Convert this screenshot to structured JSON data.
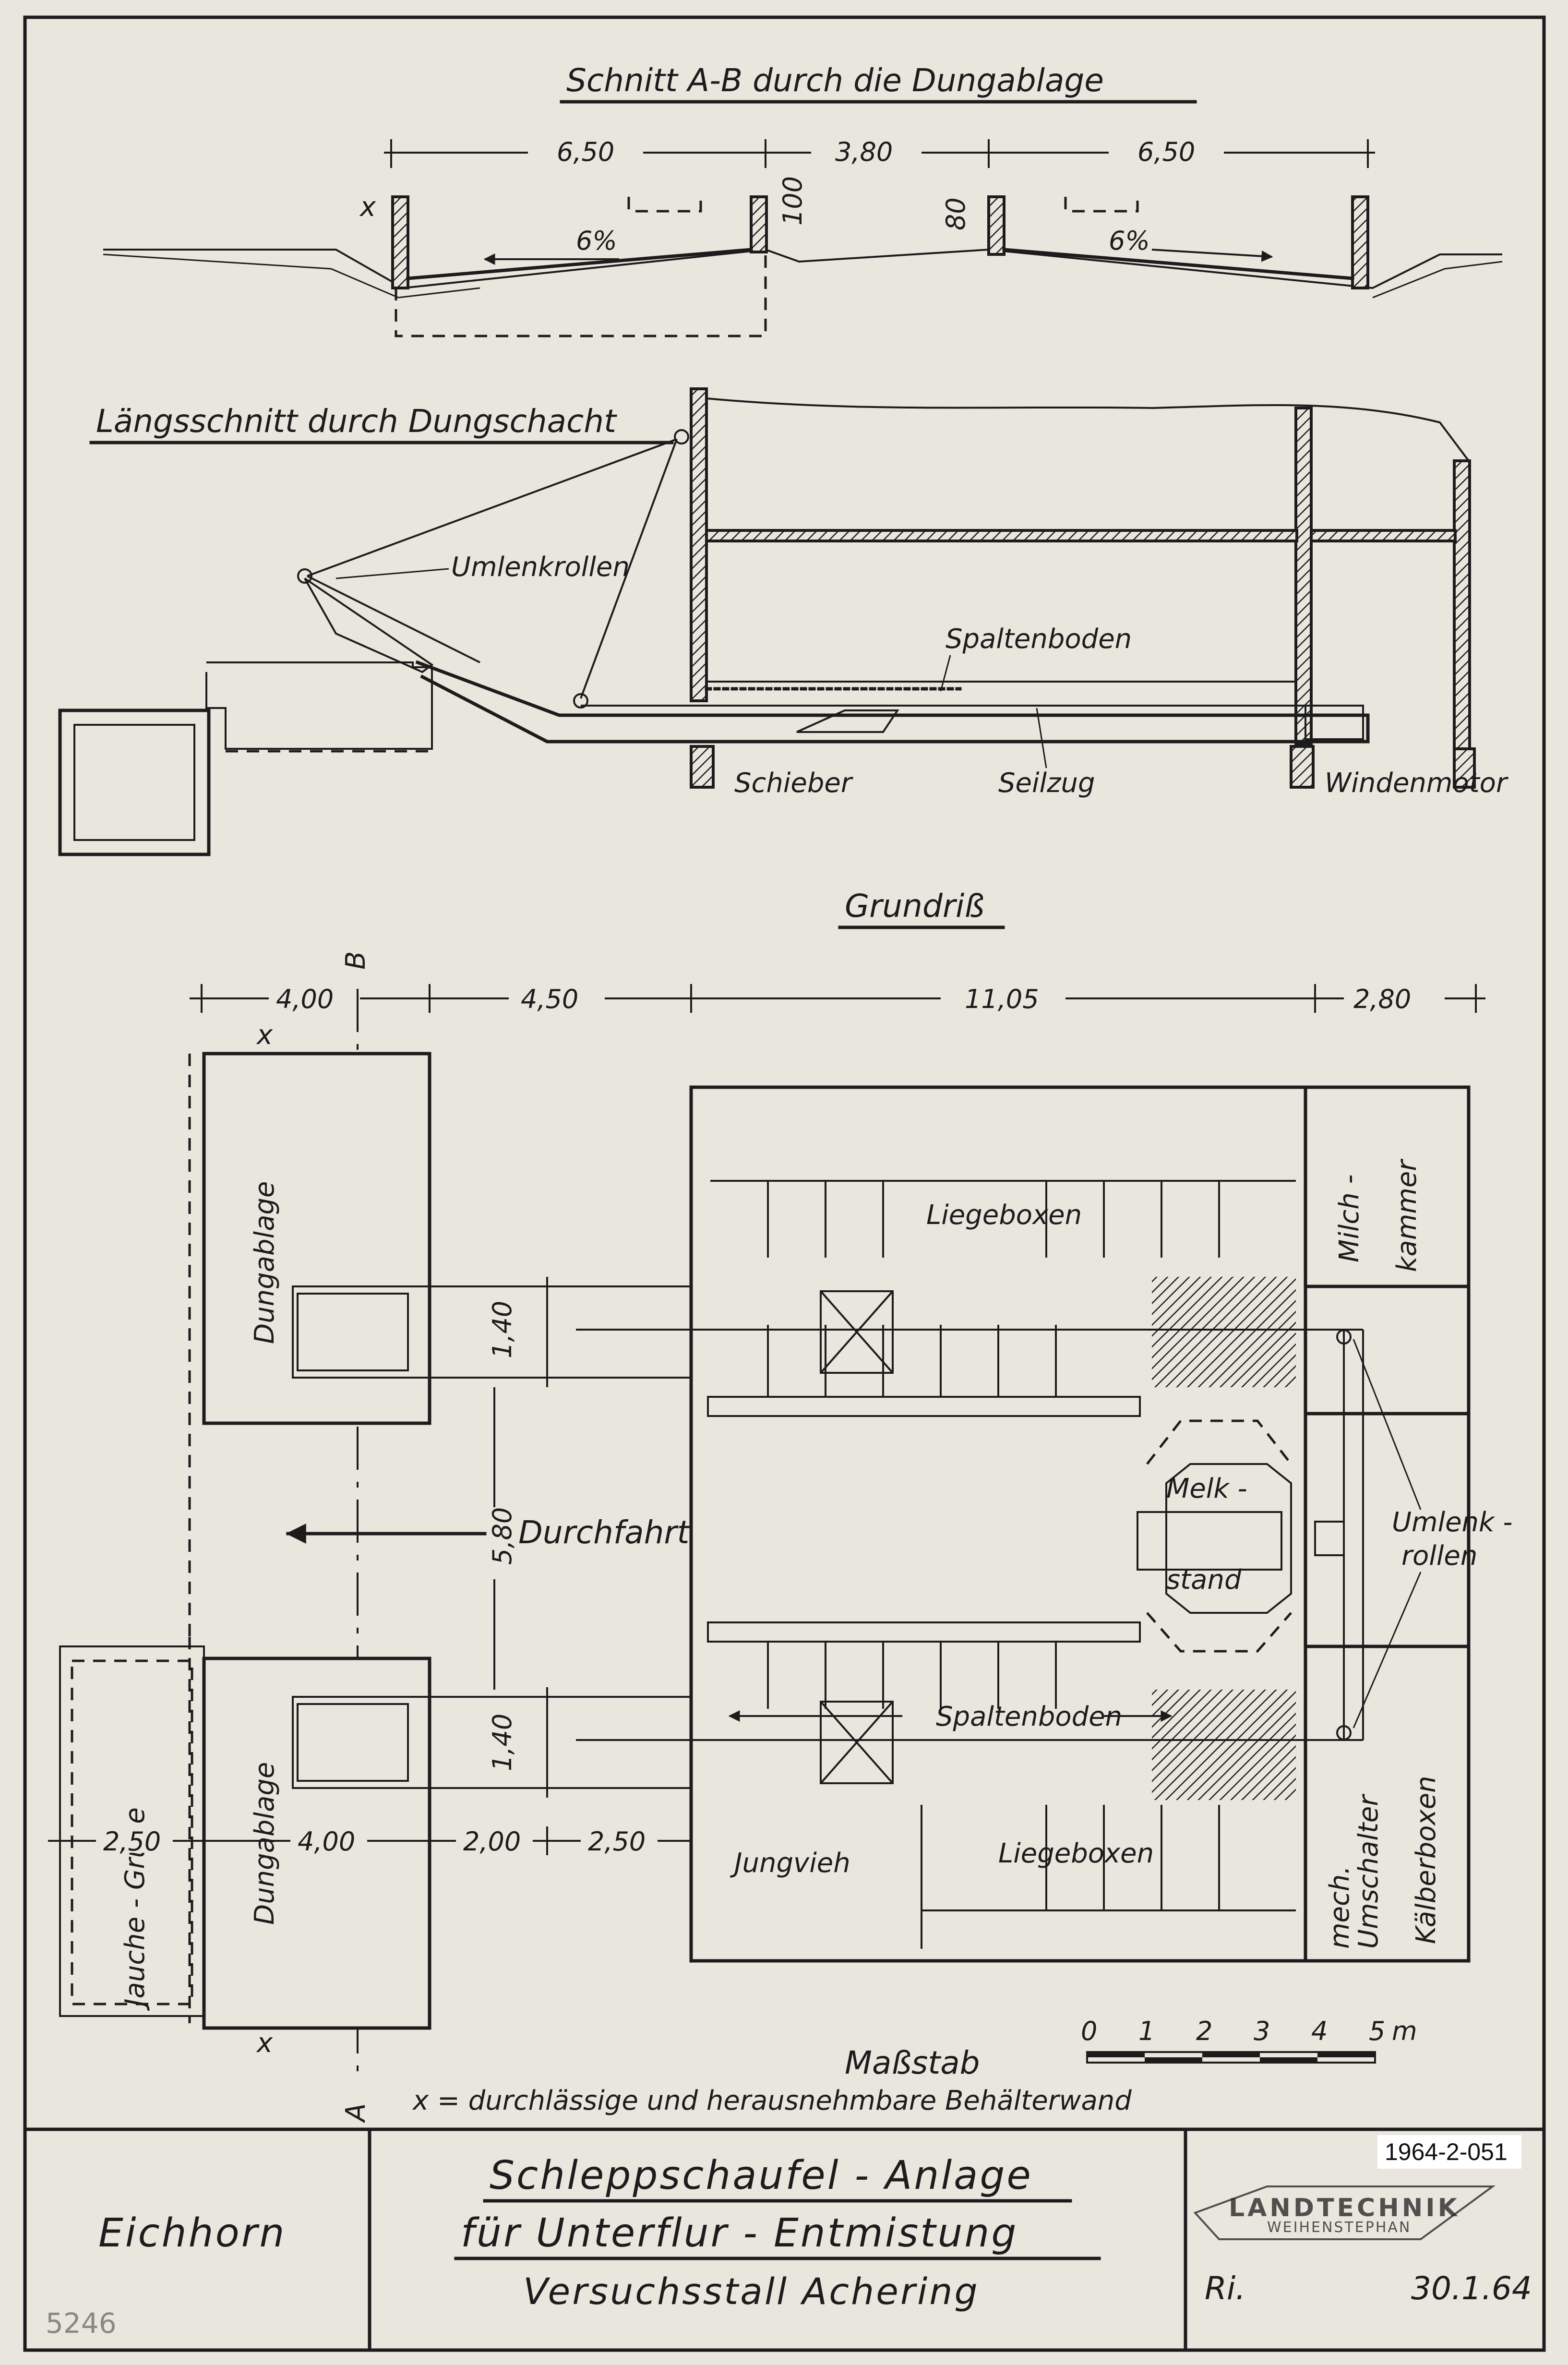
{
  "sections": {
    "section_ab_title": "Schnitt A-B durch die Dungablage",
    "longitudinal_title": "Längsschnitt durch Dungschacht",
    "plan_title": "Grundriß"
  },
  "section_ab": {
    "dims": [
      "6,50",
      "3,80",
      "6,50"
    ],
    "heights": [
      "100",
      "80"
    ],
    "slopes": [
      "6%",
      "6%"
    ],
    "x_mark": "x"
  },
  "longitudinal": {
    "labels": {
      "umlenkrollen": "Umlenkrollen",
      "spaltenboden": "Spaltenboden",
      "schieber": "Schieber",
      "seilzug": "Seilzug",
      "windenmotor": "Windenmotor"
    }
  },
  "plan": {
    "top_dims": [
      "4,00",
      "4,50",
      "11,05",
      "2,80"
    ],
    "section_mark_b": "B",
    "section_mark_a": "A",
    "x_marks": [
      "x",
      "x"
    ],
    "labels": {
      "dungablage_top": "Dungablage",
      "dungablage_bottom": "Dungablage",
      "liegeboxen_top": "Liegeboxen",
      "liegeboxen_bottom": "Liegeboxen",
      "milchkammer_1": "Milch -",
      "milchkammer_2": "kammer",
      "durchfahrt": "Durchfahrt",
      "melkstand_1": "Melk -",
      "melkstand_2": "stand",
      "umlenkrollen_1": "Umlenk -",
      "umlenkrollen_2": "rollen",
      "spaltenboden": "Spaltenboden",
      "jungvieh": "Jungvieh",
      "kaelberboxen": "Kälberboxen",
      "umschalter_1": "mech.",
      "umschalter_2": "Umschalter",
      "jauchegrube": "Jauche - Grube"
    },
    "inner_dims": {
      "channel_top": "1,40",
      "channel_bottom": "1,40",
      "passage": "5,80"
    },
    "bottom_dims": [
      "2,50",
      "4,00",
      "2,00",
      "2,50"
    ]
  },
  "scale": {
    "label": "Maßstab",
    "ticks": [
      "0",
      "1",
      "2",
      "3",
      "4",
      "5"
    ],
    "unit": "m",
    "note": "x = durchlässige und herausnehmbare Behälterwand"
  },
  "title_block": {
    "left": "Eichhorn",
    "title_line1": "Schleppschaufel - Anlage",
    "title_line2": "für Unterflur - Entmistung",
    "title_line3": "Versuchsstall Achering",
    "stamp": "LANDTECHNIK",
    "stamp_sub": "WEIHENSTEPHAN",
    "archive_id": "1964-2-051",
    "initials": "Ri.",
    "date": "30.1.64",
    "inventory_no": "5246"
  },
  "colors": {
    "paper": "#e9e6de",
    "ink": "#1c1c1c"
  }
}
